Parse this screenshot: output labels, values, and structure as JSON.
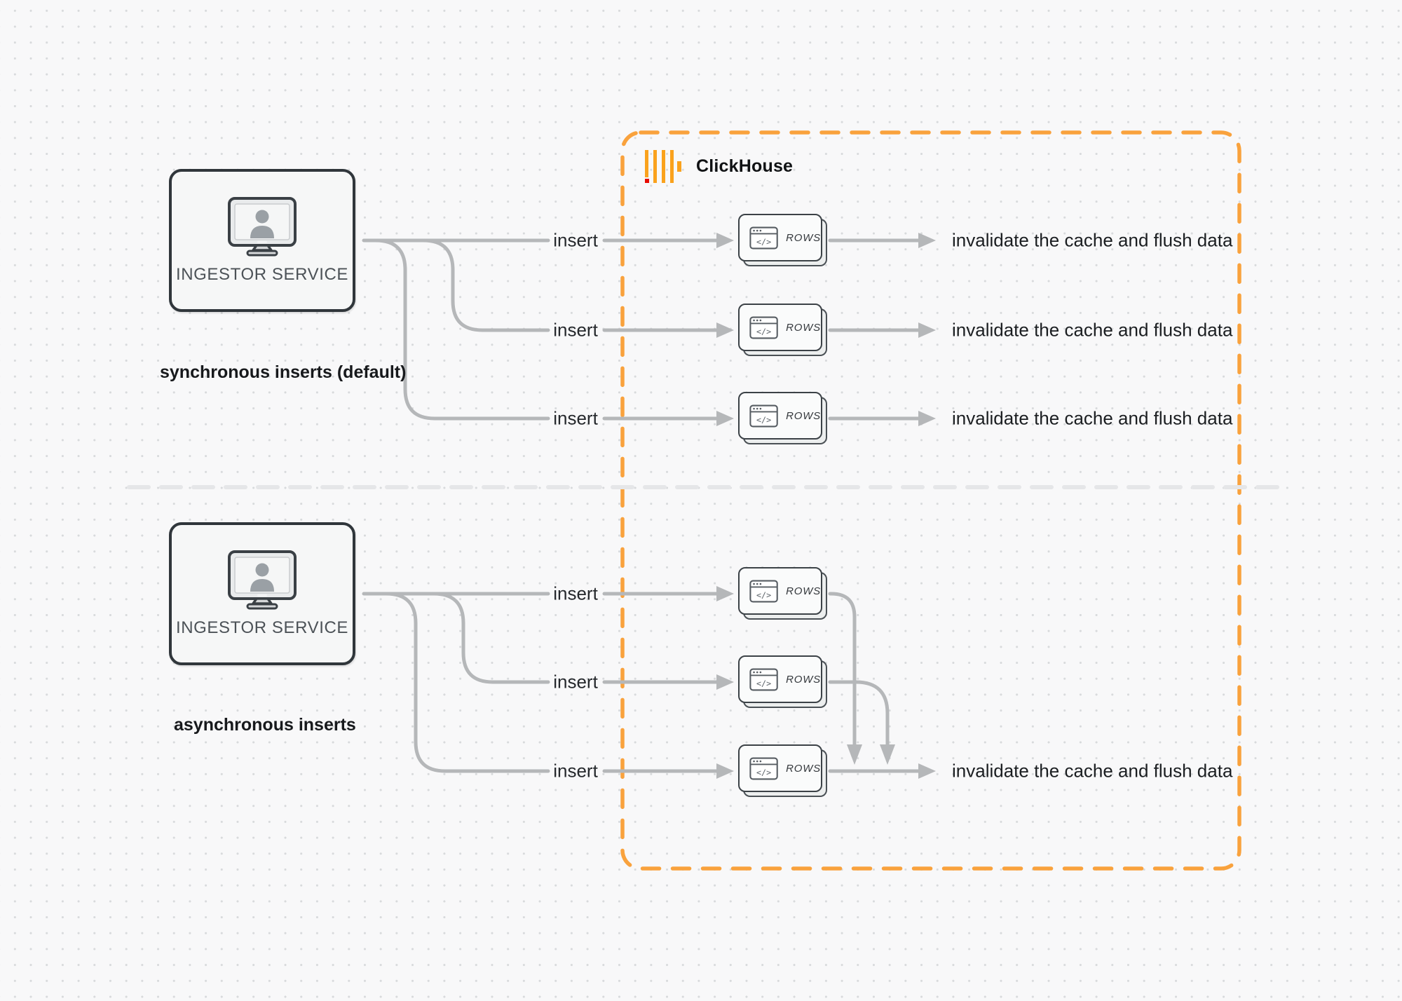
{
  "clickhouse": {
    "label": "ClickHouse"
  },
  "sync": {
    "service_label": "INGESTOR SERVICE",
    "caption": "synchronous inserts (default)",
    "rows": [
      {
        "insert": "insert",
        "card": "ROWS",
        "result": "invalidate the cache and flush data"
      },
      {
        "insert": "insert",
        "card": "ROWS",
        "result": "invalidate the cache and flush data"
      },
      {
        "insert": "insert",
        "card": "ROWS",
        "result": "invalidate the cache and flush data"
      }
    ]
  },
  "async": {
    "service_label": "INGESTOR SERVICE",
    "caption": "asynchronous inserts",
    "rows": [
      {
        "insert": "insert",
        "card": "ROWS"
      },
      {
        "insert": "insert",
        "card": "ROWS"
      },
      {
        "insert": "insert",
        "card": "ROWS"
      }
    ],
    "result": "invalidate the cache and flush data"
  },
  "icons": {
    "code_glyph": "</>"
  },
  "colors": {
    "accent_orange": "#F9A23D",
    "logo_yellow": "#FAA21D",
    "logo_red": "#E80B00",
    "connector_gray": "#b5b7b9",
    "node_border": "#30363b",
    "divider_gray": "#e5e6e8"
  }
}
